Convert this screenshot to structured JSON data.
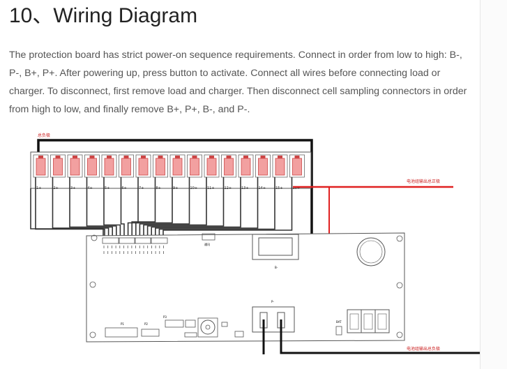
{
  "page": {
    "title": "10、Wiring Diagram",
    "intro": "The protection board has strict power-on sequence requirements. Connect in order from low to high: B-, P-, B+, P+. After powering up, press button to activate. Connect all wires before connecting load or charger. To disconnect, first remove load and charger. Then disconnect cell sampling connectors in order from high to low, and finally remove B+, P+, B-, and P-."
  },
  "diagram": {
    "total_negative_label": "总负极",
    "battery_output_positive_label": "电池组输出总正极",
    "battery_output_negative_label": "电池组输出总负极",
    "cell_labels": [
      "1+",
      "2+",
      "3+",
      "4+",
      "5+",
      "6+",
      "7+",
      "8+",
      "9+",
      "10+",
      "11+",
      "12+",
      "13+",
      "14+",
      "15+",
      "16+"
    ],
    "b_minus_label": "B-",
    "p_minus_label": "P-",
    "bat_label": "BAT",
    "connector_label_p1": "P1",
    "connector_label_p2": "P2",
    "connector_label_p3": "P3",
    "small_connector_label": "通讯",
    "colors": {
      "cell_fill": "#f2a0a0",
      "cell_outline": "#cc4444",
      "positive_wire": "#e02020",
      "negative_wire": "#111111",
      "sampling_wire": "#333333",
      "board_outline": "#555555",
      "label_red": "#cc2222"
    }
  }
}
